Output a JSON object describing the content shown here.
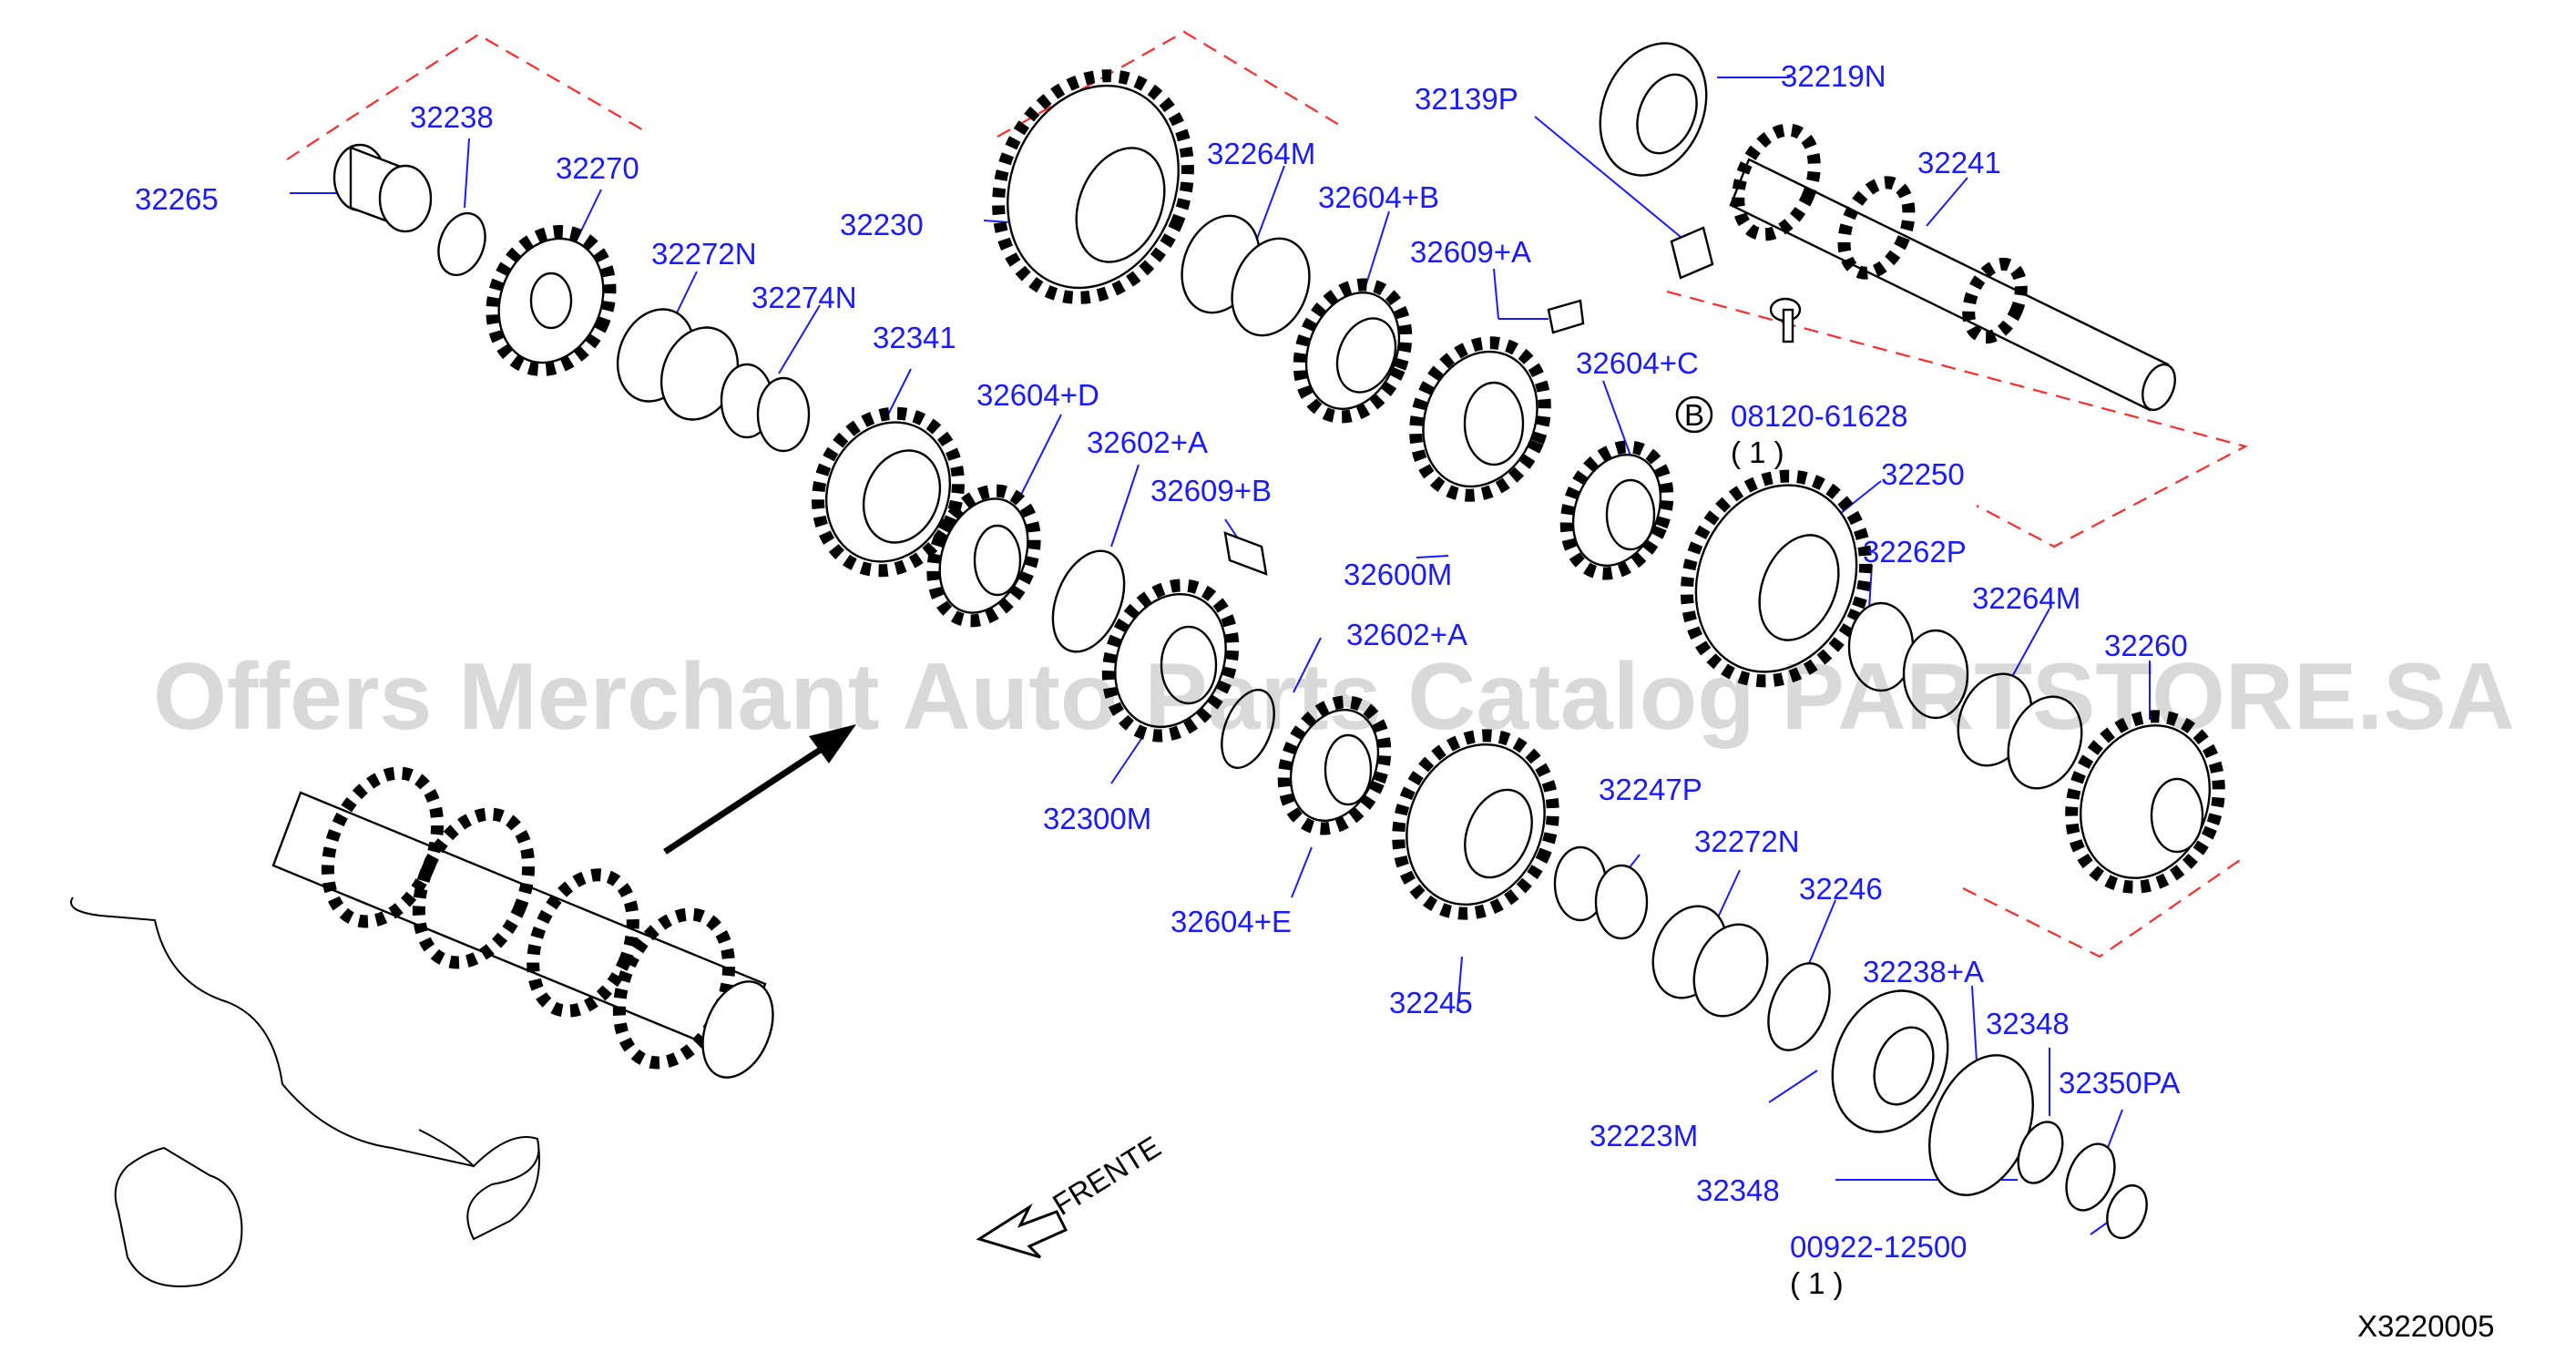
{
  "diagram": {
    "watermark": "Offers Merchant Auto Parts Catalog PARTSTORE.SA",
    "reference_code": "X3220005",
    "front_label": "FRENTE",
    "bolt_symbol": "B",
    "labels": [
      {
        "text": "32265"
      },
      {
        "text": "32238"
      },
      {
        "text": "32270"
      },
      {
        "text": "32272N"
      },
      {
        "text": "32274N"
      },
      {
        "text": "32341"
      },
      {
        "text": "32230"
      },
      {
        "text": "32264M"
      },
      {
        "text": "32604+B"
      },
      {
        "text": "32609+A"
      },
      {
        "text": "32139P"
      },
      {
        "text": "32219N"
      },
      {
        "text": "32241"
      },
      {
        "text": "32604+D"
      },
      {
        "text": "32602+A"
      },
      {
        "text": "32609+B"
      },
      {
        "text": "32604+C"
      },
      {
        "text": "08120-61628"
      },
      {
        "text": "( 1 )"
      },
      {
        "text": "32250"
      },
      {
        "text": "32600M"
      },
      {
        "text": "32262P"
      },
      {
        "text": "32264M"
      },
      {
        "text": "32260"
      },
      {
        "text": "32602+A"
      },
      {
        "text": "32300M"
      },
      {
        "text": "32247P"
      },
      {
        "text": "32272N"
      },
      {
        "text": "32246"
      },
      {
        "text": "32604+E"
      },
      {
        "text": "32245"
      },
      {
        "text": "32238+A"
      },
      {
        "text": "32348"
      },
      {
        "text": "32350PA"
      },
      {
        "text": "32223M"
      },
      {
        "text": "32348"
      },
      {
        "text": "00922-12500"
      },
      {
        "text": "( 1 )"
      }
    ]
  }
}
